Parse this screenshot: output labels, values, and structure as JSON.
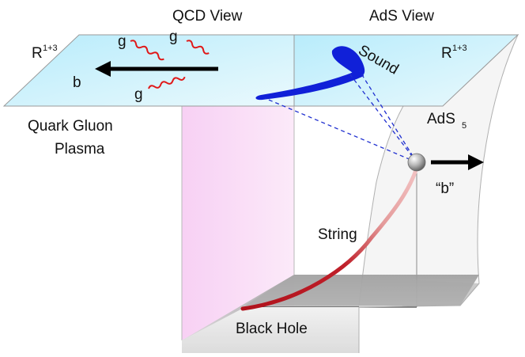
{
  "headers": {
    "qcd_view": "QCD View",
    "ads_view": "AdS View"
  },
  "left_plane": {
    "space_label": "R",
    "space_sup": "1+3",
    "gluon_labels": [
      "g",
      "g",
      "g"
    ],
    "quark_label": "b",
    "caption_line1": "Quark Gluon",
    "caption_line2": "Plasma"
  },
  "right_plane": {
    "space_label": "R",
    "space_sup": "1+3",
    "sound_label": "Sound",
    "ads_label": "AdS",
    "ads_sub": "5",
    "quark_label": "“b”",
    "string_label": "String",
    "black_hole_label": "Black Hole"
  },
  "colors": {
    "plane_fill": "#cfeffa",
    "plane_stroke": "#9a9a9a",
    "pink_curtain": "#f3c2ef",
    "sound_blue": "#1020d8",
    "dashed_blue": "#2030d0",
    "gluon_red": "#e01818",
    "string_dark": "#b0121c",
    "string_light": "#f0b8b8"
  },
  "icons": [
    "arrow-left-icon",
    "arrow-right-icon",
    "quark-sphere-icon",
    "gluon-wave-icon"
  ]
}
